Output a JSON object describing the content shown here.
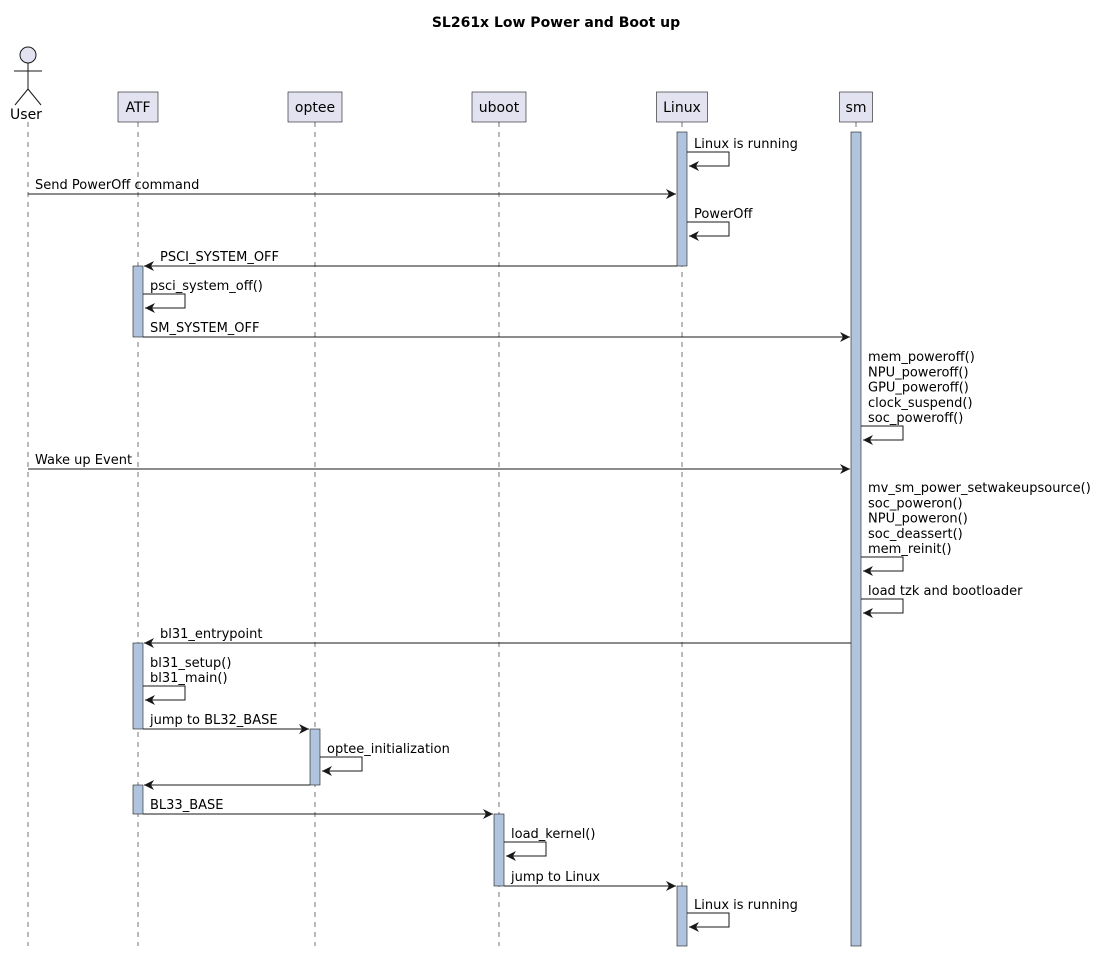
{
  "title": "SL261x Low Power and Boot up",
  "colors": {
    "participant_fill": "#E2E2F0",
    "participant_border": "#181818",
    "activation_fill": "#B0C4DE",
    "line": "#181818",
    "lifeline": "#181818"
  },
  "participants": [
    {
      "id": "user",
      "label": "User",
      "kind": "actor"
    },
    {
      "id": "atf",
      "label": "ATF",
      "kind": "box"
    },
    {
      "id": "optee",
      "label": "optee",
      "kind": "box"
    },
    {
      "id": "uboot",
      "label": "uboot",
      "kind": "box"
    },
    {
      "id": "linux",
      "label": "Linux",
      "kind": "box"
    },
    {
      "id": "sm",
      "label": "sm",
      "kind": "box"
    }
  ],
  "messages": [
    {
      "from": "linux",
      "to": "linux",
      "lines": [
        "Linux is running"
      ]
    },
    {
      "from": "user",
      "to": "linux",
      "lines": [
        "Send PowerOff command"
      ]
    },
    {
      "from": "linux",
      "to": "linux",
      "lines": [
        "PowerOff"
      ]
    },
    {
      "from": "linux",
      "to": "atf",
      "lines": [
        "PSCI_SYSTEM_OFF"
      ]
    },
    {
      "from": "atf",
      "to": "atf",
      "lines": [
        "psci_system_off()"
      ]
    },
    {
      "from": "atf",
      "to": "sm",
      "lines": [
        "SM_SYSTEM_OFF"
      ]
    },
    {
      "from": "sm",
      "to": "sm",
      "lines": [
        "mem_poweroff()",
        "NPU_poweroff()",
        "GPU_poweroff()",
        "clock_suspend()",
        "soc_poweroff()"
      ]
    },
    {
      "from": "user",
      "to": "sm",
      "lines": [
        "Wake up Event"
      ]
    },
    {
      "from": "sm",
      "to": "sm",
      "lines": [
        "mv_sm_power_setwakeupsource()",
        "soc_poweron()",
        "NPU_poweron()",
        "soc_deassert()",
        "mem_reinit()"
      ]
    },
    {
      "from": "sm",
      "to": "sm",
      "lines": [
        "load tzk and bootloader"
      ]
    },
    {
      "from": "sm",
      "to": "atf",
      "lines": [
        "bl31_entrypoint"
      ]
    },
    {
      "from": "atf",
      "to": "atf",
      "lines": [
        "bl31_setup()",
        "bl31_main()"
      ]
    },
    {
      "from": "atf",
      "to": "optee",
      "lines": [
        "jump to BL32_BASE"
      ]
    },
    {
      "from": "optee",
      "to": "optee",
      "lines": [
        "optee_initialization"
      ]
    },
    {
      "from": "optee",
      "to": "atf",
      "lines": []
    },
    {
      "from": "atf",
      "to": "uboot",
      "lines": [
        "BL33_BASE"
      ]
    },
    {
      "from": "uboot",
      "to": "uboot",
      "lines": [
        "load_kernel()"
      ]
    },
    {
      "from": "uboot",
      "to": "linux",
      "lines": [
        "jump to Linux"
      ]
    },
    {
      "from": "linux",
      "to": "linux",
      "lines": [
        "Linux is running"
      ]
    }
  ]
}
